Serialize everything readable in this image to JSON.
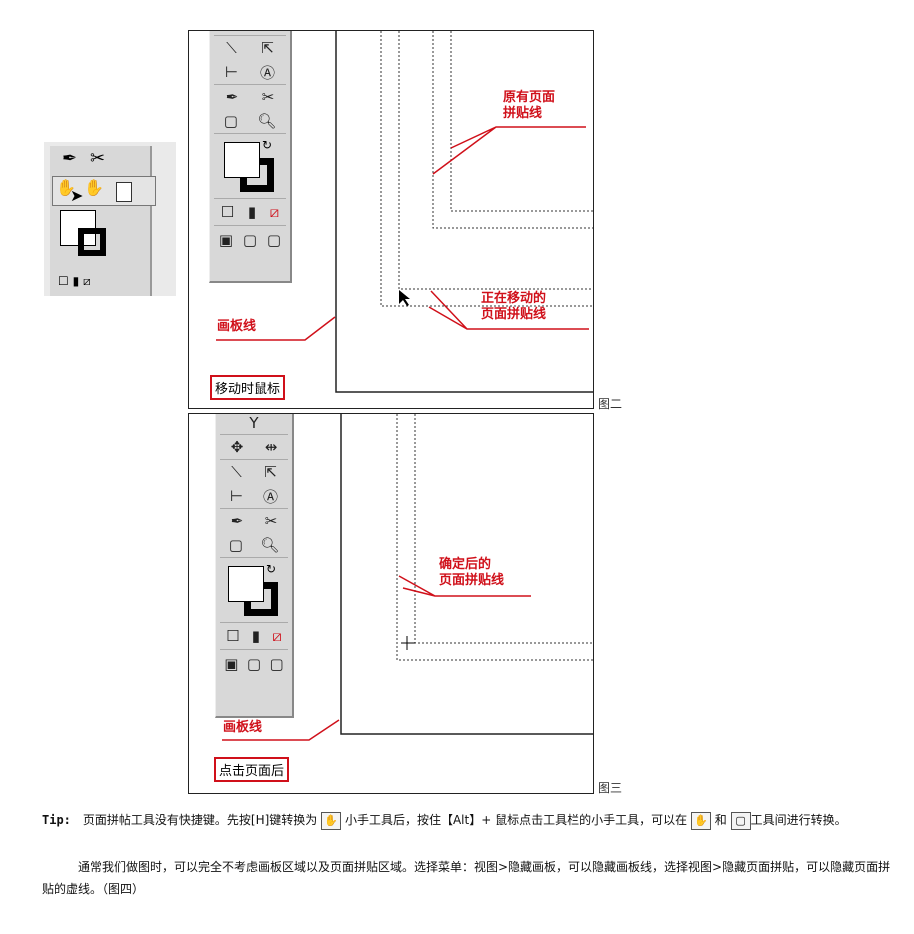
{
  "figure1": {
    "icons": [
      "pen-icon",
      "scissors-icon",
      "hand-icon",
      "hand-icon",
      "page-tool-icon"
    ]
  },
  "figure2": {
    "label_original": [
      "原有页面",
      "拼贴线"
    ],
    "label_moving": [
      "正在移动的",
      "页面拼贴线"
    ],
    "label_artboard": "画板线",
    "label_cursor": "移动时鼠标",
    "caption": "图二"
  },
  "figure3": {
    "label_confirmed": [
      "确定后的",
      "页面拼贴线"
    ],
    "label_artboard": "画板线",
    "label_click": "点击页面后",
    "caption": "图三"
  },
  "text": {
    "tip_label": "Tip:",
    "tip_part1": "页面拼帖工具没有快捷键。先按[H]键转换为",
    "tip_part2": "小手工具后，按住【Alt】+ 鼠标点击工具栏的小手工具，可以在",
    "tip_and": "和",
    "tip_part3": "工具间进行转换。",
    "paragraph": "通常我们做图时，可以完全不考虑画板区域以及页面拼贴区域。选择菜单：视图>隐藏画板，可以隐藏画板线，选择视图>隐藏页面拼贴，可以隐藏页面拼贴的虚线。（图四）"
  },
  "colors": {
    "annotation": "#d0101a",
    "toolbar": "#d8d8d8"
  }
}
